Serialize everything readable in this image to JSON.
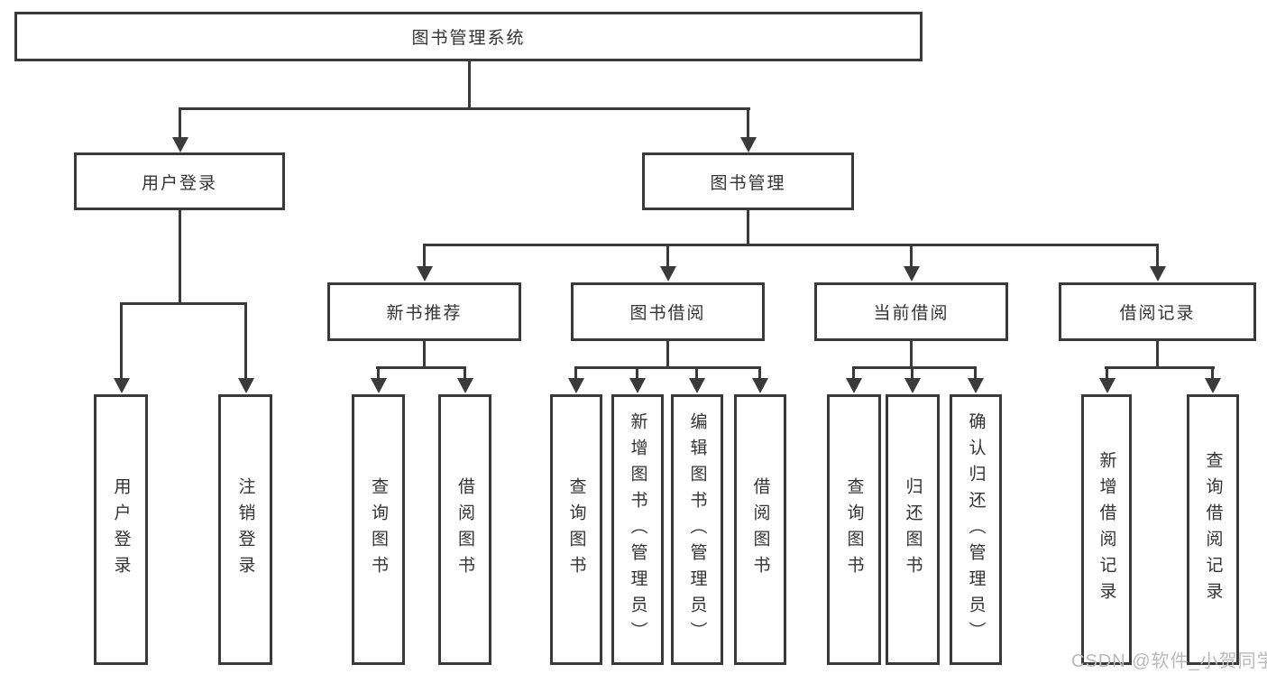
{
  "colors": {
    "line": "#3a3a3a",
    "text": "#333333",
    "watermark": "#b9b9b9"
  },
  "watermark": "CSDN @软件_小贺同学",
  "tree": {
    "root": "图书管理系统",
    "level2": [
      "用户登录",
      "图书管理"
    ],
    "level3": [
      "新书推荐",
      "图书借阅",
      "当前借阅",
      "借阅记录"
    ],
    "leaves": {
      "user_login": [
        "用户登录",
        "注销登录"
      ],
      "new_book": [
        "查询图书",
        "借阅图书"
      ],
      "book_borrow": [
        "查询图书",
        "新增图书（管理员）",
        "编辑图书（管理员）",
        "借阅图书"
      ],
      "current_borrow": [
        "查询图书",
        "归还图书",
        "确认归还（管理员）"
      ],
      "borrow_record": [
        "新增借阅记录",
        "查询借阅记录"
      ]
    }
  }
}
